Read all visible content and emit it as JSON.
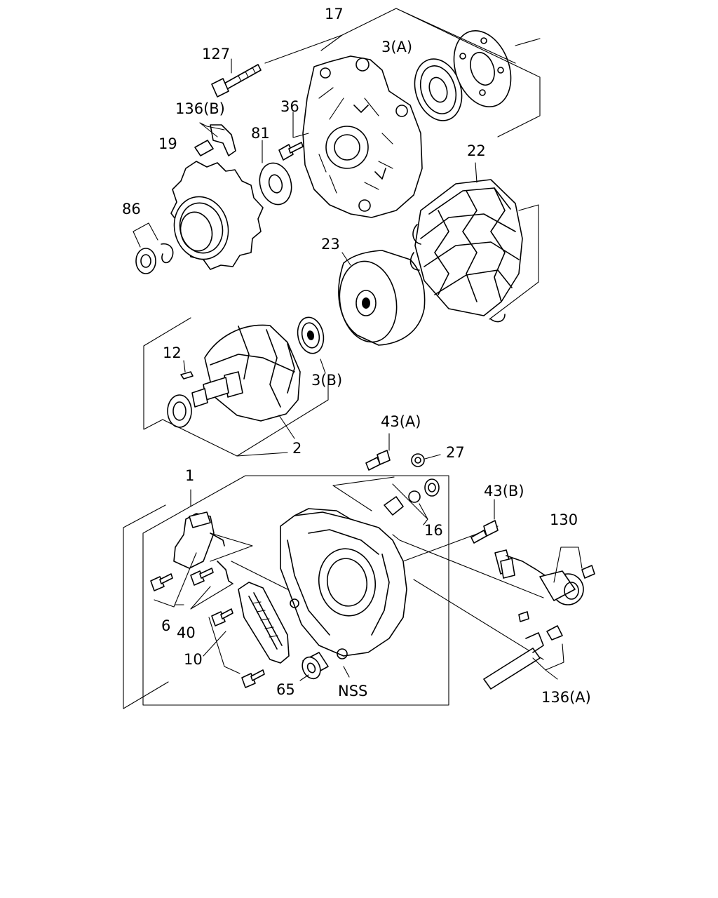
{
  "callouts": {
    "c17": "17",
    "c3a": "3(A)",
    "c127": "127",
    "c136b": "136(B)",
    "c36": "36",
    "c19": "19",
    "c81": "81",
    "c22": "22",
    "c86": "86",
    "c23": "23",
    "c12": "12",
    "c3b": "3(B)",
    "c2": "2",
    "c43a": "43(A)",
    "c27": "27",
    "c1": "1",
    "c43b": "43(B)",
    "c16": "16",
    "c130": "130",
    "c6": "6",
    "c40": "40",
    "c10": "10",
    "c65": "65",
    "cnss": "NSS",
    "c136a": "136(A)"
  }
}
